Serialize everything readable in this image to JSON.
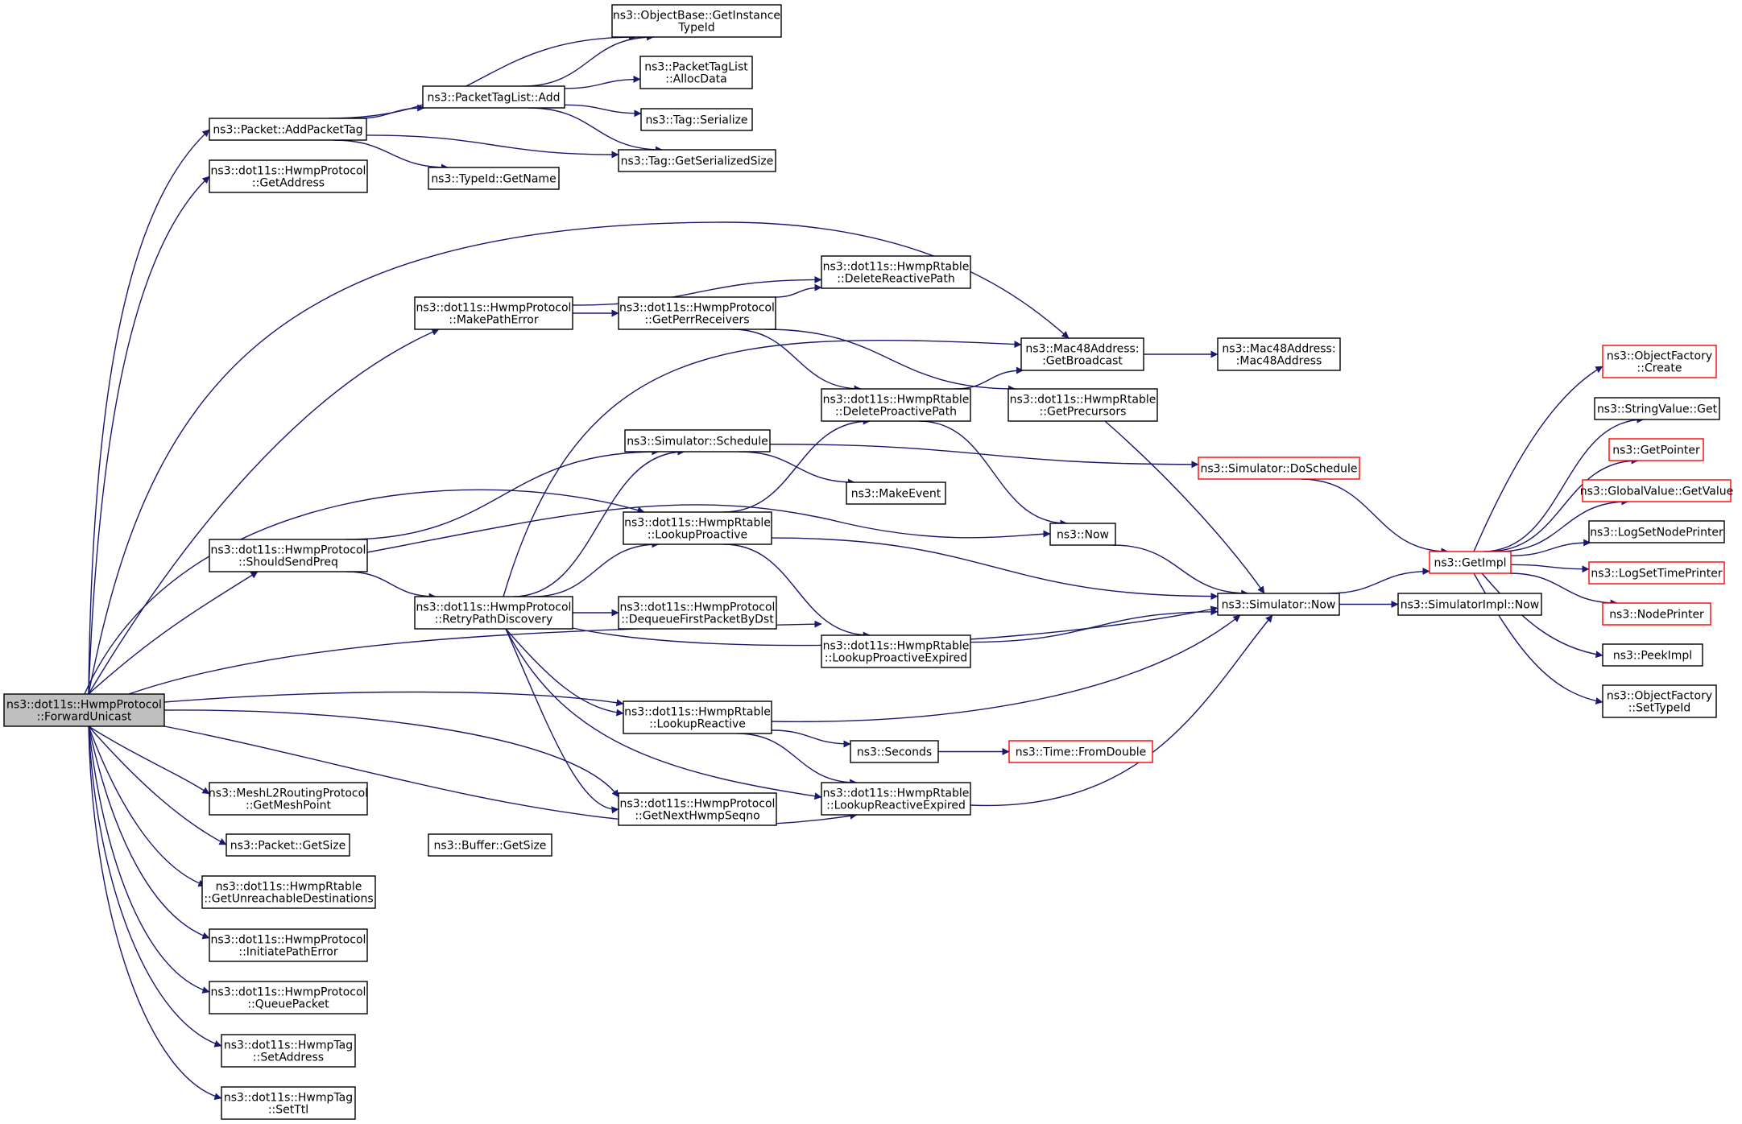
{
  "colors": {
    "edge": "#191970",
    "node_border": "#000000",
    "node_border_truncated": "#ff0000",
    "node_fill": "#ffffff",
    "root_fill": "#bfbfbf"
  },
  "nodes": [
    {
      "id": "fwd",
      "lines": [
        "ns3::dot11s::HwmpProtocol",
        "::ForwardUnicast"
      ],
      "style": "root"
    },
    {
      "id": "addtag",
      "lines": [
        "ns3::Packet::AddPacketTag"
      ]
    },
    {
      "id": "getaddr",
      "lines": [
        "ns3::dot11s::HwmpProtocol",
        "::GetAddress"
      ]
    },
    {
      "id": "makepe",
      "lines": [
        "ns3::dot11s::HwmpProtocol",
        "::MakePathError"
      ]
    },
    {
      "id": "sendpreq",
      "lines": [
        "ns3::dot11s::HwmpProtocol",
        "::ShouldSendPreq"
      ]
    },
    {
      "id": "meshpt",
      "lines": [
        "ns3::MeshL2RoutingProtocol",
        "::GetMeshPoint"
      ]
    },
    {
      "id": "pgetsize",
      "lines": [
        "ns3::Packet::GetSize"
      ]
    },
    {
      "id": "unreach",
      "lines": [
        "ns3::dot11s::HwmpRtable",
        "::GetUnreachableDestinations"
      ]
    },
    {
      "id": "initpe",
      "lines": [
        "ns3::dot11s::HwmpProtocol",
        "::InitiatePathError"
      ]
    },
    {
      "id": "queue",
      "lines": [
        "ns3::dot11s::HwmpProtocol",
        "::QueuePacket"
      ]
    },
    {
      "id": "setaddr",
      "lines": [
        "ns3::dot11s::HwmpTag",
        "::SetAddress"
      ]
    },
    {
      "id": "setttl",
      "lines": [
        "ns3::dot11s::HwmpTag",
        "::SetTtl"
      ]
    },
    {
      "id": "ptladd",
      "lines": [
        "ns3::PacketTagList::Add"
      ]
    },
    {
      "id": "getname",
      "lines": [
        "ns3::TypeId::GetName"
      ]
    },
    {
      "id": "retry",
      "lines": [
        "ns3::dot11s::HwmpProtocol",
        "::RetryPathDiscovery"
      ]
    },
    {
      "id": "objbase",
      "lines": [
        "ns3::ObjectBase::GetInstance",
        "TypeId"
      ]
    },
    {
      "id": "alloc",
      "lines": [
        "ns3::PacketTagList",
        "::AllocData"
      ]
    },
    {
      "id": "tagser",
      "lines": [
        "ns3::Tag::Serialize"
      ]
    },
    {
      "id": "tagsize",
      "lines": [
        "ns3::Tag::GetSerializedSize"
      ]
    },
    {
      "id": "perrrecv",
      "lines": [
        "ns3::dot11s::HwmpProtocol",
        "::GetPerrReceivers"
      ]
    },
    {
      "id": "schedule",
      "lines": [
        "ns3::Simulator::Schedule"
      ]
    },
    {
      "id": "lookpro",
      "lines": [
        "ns3::dot11s::HwmpRtable",
        "::LookupProactive"
      ]
    },
    {
      "id": "dequeue",
      "lines": [
        "ns3::dot11s::HwmpProtocol",
        "::DequeueFirstPacketByDst"
      ]
    },
    {
      "id": "lookreact",
      "lines": [
        "ns3::dot11s::HwmpRtable",
        "::LookupReactive"
      ]
    },
    {
      "id": "nextseq",
      "lines": [
        "ns3::dot11s::HwmpProtocol",
        "::GetNextHwmpSeqno"
      ]
    },
    {
      "id": "bufsize",
      "lines": [
        "ns3::Buffer::GetSize"
      ]
    },
    {
      "id": "delreact",
      "lines": [
        "ns3::dot11s::HwmpRtable",
        "::DeleteReactivePath"
      ]
    },
    {
      "id": "delpro",
      "lines": [
        "ns3::dot11s::HwmpRtable",
        "::DeleteProactivePath"
      ]
    },
    {
      "id": "mkevent",
      "lines": [
        "ns3::MakeEvent"
      ]
    },
    {
      "id": "lookproexp",
      "lines": [
        "ns3::dot11s::HwmpRtable",
        "::LookupProactiveExpired"
      ]
    },
    {
      "id": "seconds",
      "lines": [
        "ns3::Seconds"
      ]
    },
    {
      "id": "lookreactexp",
      "lines": [
        "ns3::dot11s::HwmpRtable",
        "::LookupReactiveExpired"
      ]
    },
    {
      "id": "bcast",
      "lines": [
        "ns3::Mac48Address:",
        ":GetBroadcast"
      ]
    },
    {
      "id": "precurs",
      "lines": [
        "ns3::dot11s::HwmpRtable",
        "::GetPrecursors"
      ]
    },
    {
      "id": "now",
      "lines": [
        "ns3::Now"
      ]
    },
    {
      "id": "simnow",
      "lines": [
        "ns3::Simulator::Now"
      ]
    },
    {
      "id": "fromdbl",
      "lines": [
        "ns3::Time::FromDouble"
      ],
      "style": "truncated"
    },
    {
      "id": "dosched",
      "lines": [
        "ns3::Simulator::DoSchedule"
      ],
      "style": "truncated"
    },
    {
      "id": "mac48",
      "lines": [
        "ns3::Mac48Address:",
        ":Mac48Address"
      ]
    },
    {
      "id": "getimpl",
      "lines": [
        "ns3::GetImpl"
      ],
      "style": "truncated"
    },
    {
      "id": "implnow",
      "lines": [
        "ns3::SimulatorImpl::Now"
      ]
    },
    {
      "id": "ofcreate",
      "lines": [
        "ns3::ObjectFactory",
        "::Create"
      ],
      "style": "truncated"
    },
    {
      "id": "svget",
      "lines": [
        "ns3::StringValue::Get"
      ]
    },
    {
      "id": "getptr",
      "lines": [
        "ns3::GetPointer"
      ],
      "style": "truncated"
    },
    {
      "id": "gvget",
      "lines": [
        "ns3::GlobalValue::GetValue"
      ],
      "style": "truncated"
    },
    {
      "id": "lognode",
      "lines": [
        "ns3::LogSetNodePrinter"
      ]
    },
    {
      "id": "logtime",
      "lines": [
        "ns3::LogSetTimePrinter"
      ],
      "style": "truncated"
    },
    {
      "id": "nodepr",
      "lines": [
        "ns3::NodePrinter"
      ],
      "style": "truncated"
    },
    {
      "id": "peek",
      "lines": [
        "ns3::PeekImpl"
      ]
    },
    {
      "id": "settype",
      "lines": [
        "ns3::ObjectFactory",
        "::SetTypeId"
      ]
    }
  ],
  "edges": [
    [
      "fwd",
      "addtag"
    ],
    [
      "fwd",
      "getaddr"
    ],
    [
      "fwd",
      "bcast"
    ],
    [
      "fwd",
      "makepe"
    ],
    [
      "fwd",
      "lookpro"
    ],
    [
      "fwd",
      "sendpreq"
    ],
    [
      "fwd",
      "lookproexp"
    ],
    [
      "fwd",
      "lookreact"
    ],
    [
      "fwd",
      "nextseq"
    ],
    [
      "fwd",
      "lookreactexp"
    ],
    [
      "fwd",
      "meshpt"
    ],
    [
      "fwd",
      "pgetsize"
    ],
    [
      "fwd",
      "unreach"
    ],
    [
      "fwd",
      "initpe"
    ],
    [
      "fwd",
      "queue"
    ],
    [
      "fwd",
      "setaddr"
    ],
    [
      "fwd",
      "setttl"
    ],
    [
      "addtag",
      "objbase"
    ],
    [
      "addtag",
      "ptladd"
    ],
    [
      "addtag",
      "tagsize"
    ],
    [
      "addtag",
      "getname"
    ],
    [
      "ptladd",
      "objbase"
    ],
    [
      "ptladd",
      "alloc"
    ],
    [
      "ptladd",
      "tagser"
    ],
    [
      "ptladd",
      "tagsize"
    ],
    [
      "makepe",
      "delreact"
    ],
    [
      "makepe",
      "perrrecv"
    ],
    [
      "perrrecv",
      "delreact"
    ],
    [
      "perrrecv",
      "delpro"
    ],
    [
      "perrrecv",
      "precurs"
    ],
    [
      "sendpreq",
      "schedule"
    ],
    [
      "sendpreq",
      "now"
    ],
    [
      "sendpreq",
      "retry"
    ],
    [
      "retry",
      "bcast"
    ],
    [
      "retry",
      "schedule"
    ],
    [
      "retry",
      "lookpro"
    ],
    [
      "retry",
      "dequeue"
    ],
    [
      "retry",
      "simnow"
    ],
    [
      "retry",
      "lookreact"
    ],
    [
      "retry",
      "nextseq"
    ],
    [
      "retry",
      "lookreactexp"
    ],
    [
      "schedule",
      "mkevent"
    ],
    [
      "schedule",
      "dosched"
    ],
    [
      "lookpro",
      "delpro"
    ],
    [
      "lookpro",
      "lookproexp"
    ],
    [
      "lookpro",
      "simnow"
    ],
    [
      "lookreact",
      "simnow"
    ],
    [
      "lookreact",
      "seconds"
    ],
    [
      "lookreact",
      "lookreactexp"
    ],
    [
      "delpro",
      "bcast"
    ],
    [
      "delpro",
      "now"
    ],
    [
      "lookproexp",
      "simnow"
    ],
    [
      "lookreactexp",
      "simnow"
    ],
    [
      "seconds",
      "fromdbl"
    ],
    [
      "bcast",
      "mac48"
    ],
    [
      "precurs",
      "simnow"
    ],
    [
      "now",
      "simnow"
    ],
    [
      "dosched",
      "getimpl"
    ],
    [
      "simnow",
      "getimpl"
    ],
    [
      "simnow",
      "implnow"
    ],
    [
      "getimpl",
      "ofcreate"
    ],
    [
      "getimpl",
      "svget"
    ],
    [
      "getimpl",
      "getptr"
    ],
    [
      "getimpl",
      "gvget"
    ],
    [
      "getimpl",
      "lognode"
    ],
    [
      "getimpl",
      "logtime"
    ],
    [
      "getimpl",
      "nodepr"
    ],
    [
      "getimpl",
      "peek"
    ],
    [
      "getimpl",
      "settype"
    ]
  ]
}
